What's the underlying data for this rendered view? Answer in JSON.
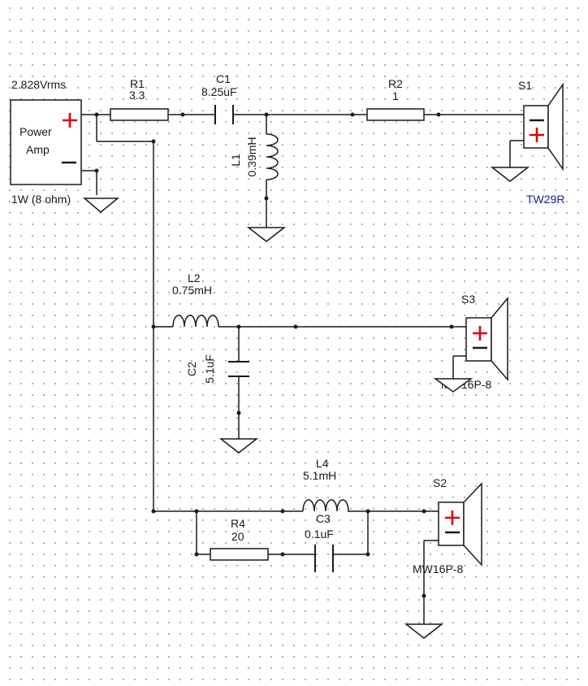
{
  "source": {
    "voltage": "2.828Vrms",
    "name_line1": "Power",
    "name_line2": "Amp",
    "power_note": "1W (8 ohm)"
  },
  "resistors": [
    {
      "ref": "R1",
      "value": "3.3"
    },
    {
      "ref": "R2",
      "value": "1"
    },
    {
      "ref": "R4",
      "value": "20"
    }
  ],
  "capacitors": [
    {
      "ref": "C1",
      "value": "8.25uF"
    },
    {
      "ref": "C2",
      "value": "5.1uF"
    },
    {
      "ref": "C3",
      "value": "0.1uF"
    }
  ],
  "inductors": [
    {
      "ref": "L1",
      "value": "0.39mH"
    },
    {
      "ref": "L2",
      "value": "0.75mH"
    },
    {
      "ref": "L4",
      "value": "5.1mH"
    }
  ],
  "speakers": [
    {
      "ref": "S1",
      "model": "TW29R"
    },
    {
      "ref": "S3",
      "model": "MW16P-8"
    },
    {
      "ref": "S2",
      "model": "MW16P-8"
    }
  ],
  "colors": {
    "wire": "#1a1a1a",
    "positive_terminal": "#e00000",
    "tweeter_label": "#1a1aa0",
    "grid_dots": "#9a9a9a"
  }
}
